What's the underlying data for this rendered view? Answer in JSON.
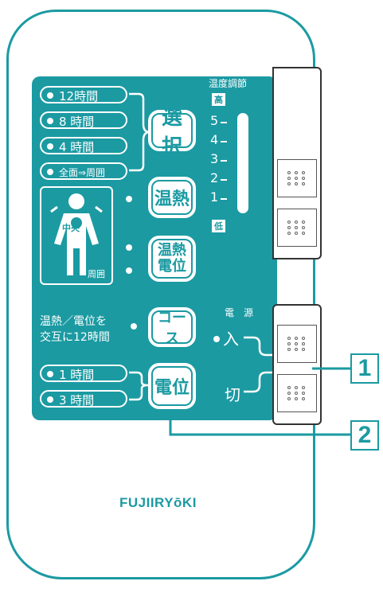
{
  "time_select": {
    "options": [
      "12時間",
      "8 時間",
      "4 時間",
      "全面⇒周囲"
    ],
    "button_label": "選択"
  },
  "warm_button": {
    "label": "温熱"
  },
  "warm_potential_button": {
    "label": "温熱\n電位"
  },
  "body_figure": {
    "center_label": "中央",
    "around_label": "周囲"
  },
  "temperature": {
    "title": "温度調節",
    "high": "高",
    "low": "低",
    "levels": [
      "5",
      "4",
      "3",
      "2",
      "1"
    ]
  },
  "course": {
    "description": "温熱／電位を\n交互に12時間",
    "button_label": "コース"
  },
  "power": {
    "title": "電　源",
    "on": "入",
    "off": "切"
  },
  "potential_time": {
    "options": [
      "1 時間",
      "3 時間"
    ],
    "button_label": "電位"
  },
  "brand": "FUJIIRYōKI",
  "callouts": [
    "1",
    "2"
  ],
  "colors": {
    "accent": "#1b9aa2",
    "panel_text": "#ffffff"
  }
}
